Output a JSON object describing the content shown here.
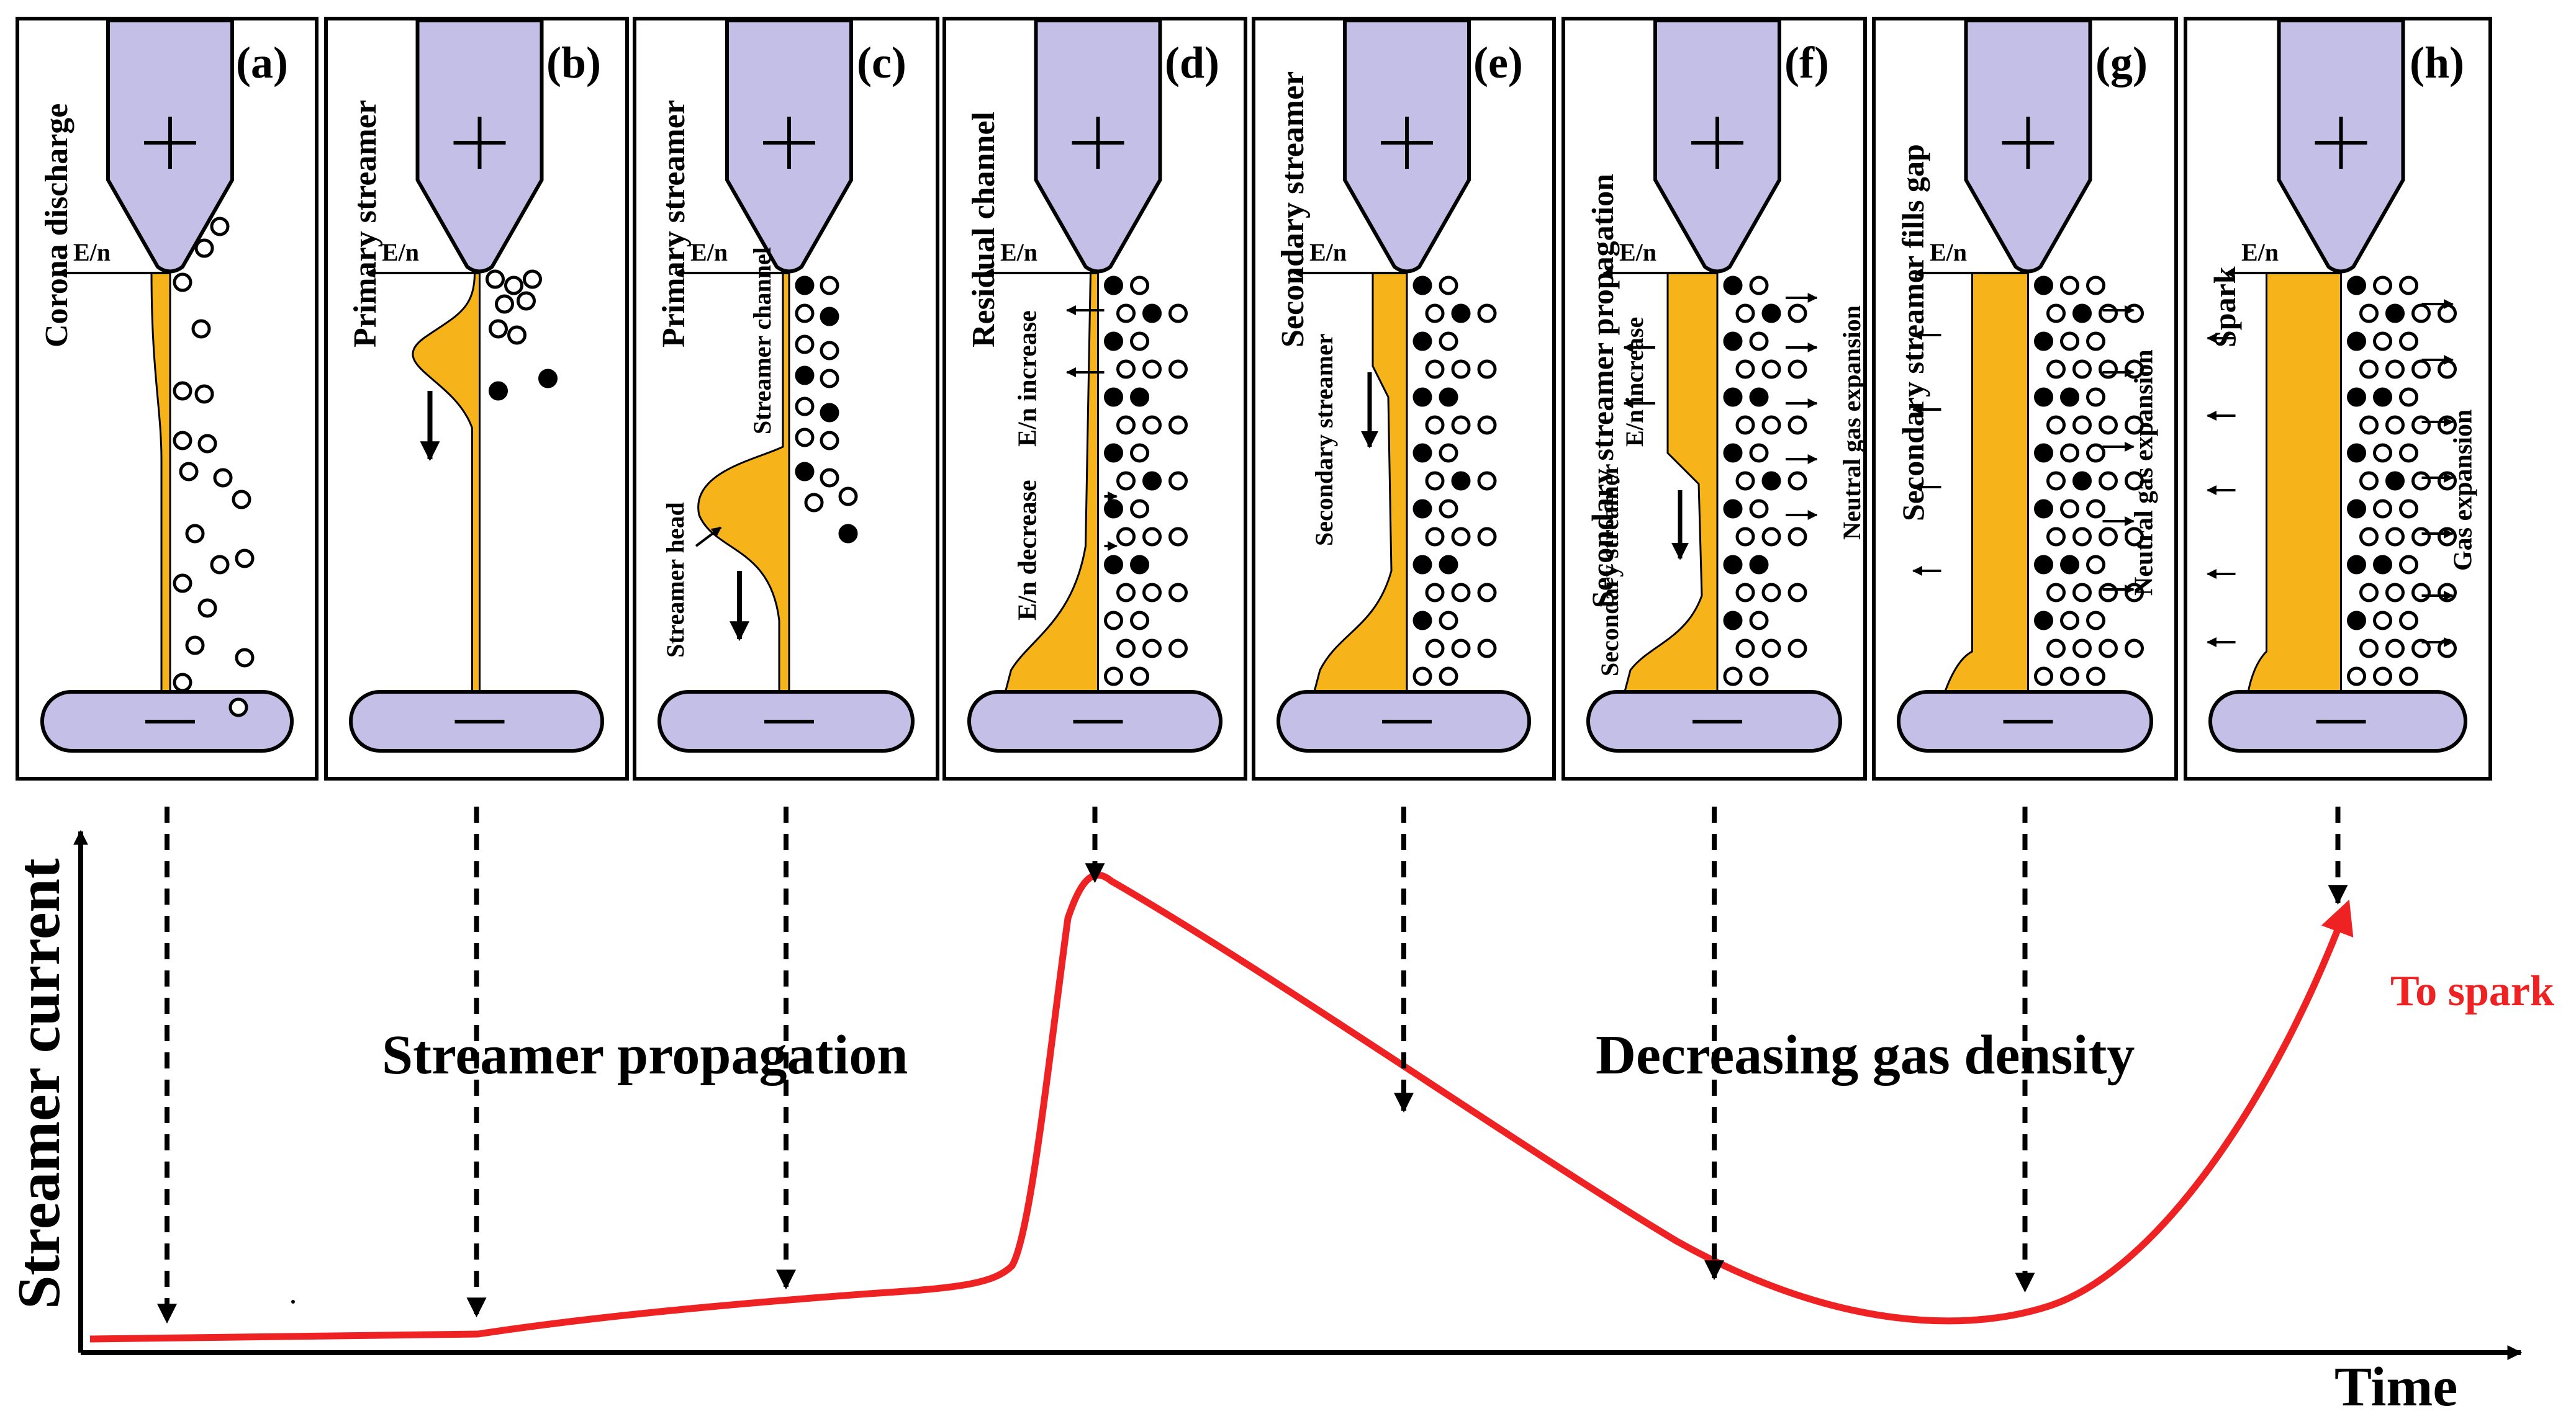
{
  "colors": {
    "electrode": "#c4bfe6",
    "channel": "#f7b41a",
    "curve": "#ee2222",
    "ink": "#000000"
  },
  "panels": [
    {
      "letter": "(a)",
      "title": "Corona discharge",
      "field_label": "E/n",
      "labels": []
    },
    {
      "letter": "(b)",
      "title": "Primary streamer",
      "field_label": "E/n",
      "labels": []
    },
    {
      "letter": "(c)",
      "title": "Primary streamer",
      "field_label": "E/n",
      "labels": [
        "Streamer channel",
        "Streamer head"
      ]
    },
    {
      "letter": "(d)",
      "title": "Residual channel",
      "field_label": "E/n",
      "labels": [
        "E/n increase",
        "E/n decrease"
      ]
    },
    {
      "letter": "(e)",
      "title": "Secondary streamer",
      "field_label": "E/n",
      "labels": [
        "Secondary streamer"
      ]
    },
    {
      "letter": "(f)",
      "title": "Secondary streamer propagation",
      "field_label": "E/n",
      "labels": [
        "E/n increase",
        "Secondary streamer",
        "Neutral gas expansion"
      ]
    },
    {
      "letter": "(g)",
      "title": "Secondary streamer fills gap",
      "field_label": "E/n",
      "labels": [
        "Neutral gas expansion"
      ]
    },
    {
      "letter": "(h)",
      "title": "Spark",
      "field_label": "E/n",
      "labels": [
        "Gas expansion"
      ]
    }
  ],
  "graph": {
    "y_axis_label": "Streamer current",
    "x_axis_label": "Time",
    "phase_labels": [
      "Streamer propagation",
      "Decreasing gas density"
    ],
    "end_label": "To spark"
  }
}
